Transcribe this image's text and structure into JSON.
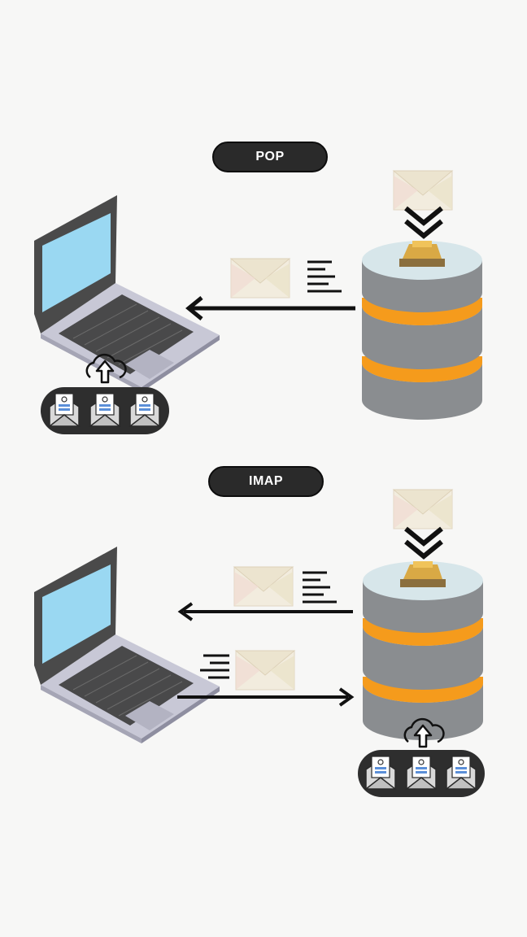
{
  "labels": {
    "pop": "POP",
    "imap": "IMAP"
  },
  "sections": [
    {
      "protocol": "POP",
      "flows": [
        "server-to-laptop"
      ],
      "mailbox_location": "client"
    },
    {
      "protocol": "IMAP",
      "flows": [
        "server-to-laptop",
        "laptop-to-server"
      ],
      "mailbox_location": "server"
    }
  ],
  "icons": [
    "laptop-icon",
    "database-server-icon",
    "envelope-icon",
    "double-chevron-down-icon",
    "cloud-upload-icon",
    "mail-document-icon",
    "arrow-left-icon",
    "arrow-right-icon",
    "speed-lines-icon"
  ],
  "colors": {
    "pill": "#2a2a2a",
    "screen": "#9ad8f2",
    "laptop_body": "#4a4a4a",
    "laptop_base": "#c8c8d6",
    "server_gray": "#8a8d90",
    "server_ring": "#f59b1c",
    "server_top": "#d7e6ea",
    "envelope": "#f2ecde",
    "tray": "#8b6f3e"
  }
}
